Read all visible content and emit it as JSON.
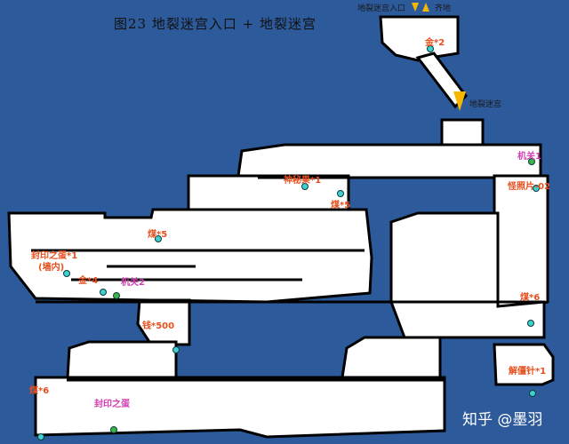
{
  "title": "图23 地裂迷宫入口 + 地裂迷宫",
  "notes": {
    "entrance": "地裂迷宫入口",
    "qidi": "齐地",
    "maze": "地裂迷宫"
  },
  "colors": {
    "water": "#2d5a9a",
    "floor": "#ffffff",
    "wall": "#000000",
    "item_dot": "#3fd0d0",
    "switch_dot": "#3ab54a",
    "item_text": "#e8501e",
    "switch_text": "#d23fb4",
    "arrow": "#f5b700"
  },
  "items": [
    {
      "label": "金*2",
      "type": "item"
    },
    {
      "label": "机关1",
      "type": "switch"
    },
    {
      "label": "神秘果*1",
      "type": "item"
    },
    {
      "label": "煤*5",
      "type": "item"
    },
    {
      "label": "怪照片-02",
      "type": "item"
    },
    {
      "label": "煤*5",
      "type": "item"
    },
    {
      "label": "封印之蛋*1",
      "type": "item"
    },
    {
      "label": "(墙内)",
      "type": "item"
    },
    {
      "label": "金*4",
      "type": "item"
    },
    {
      "label": "机关2",
      "type": "switch"
    },
    {
      "label": "煤*6",
      "type": "item"
    },
    {
      "label": "钱*500",
      "type": "item"
    },
    {
      "label": "解僵针*1",
      "type": "item"
    },
    {
      "label": "煤*6",
      "type": "item"
    },
    {
      "label": "封印之蛋",
      "type": "switch"
    }
  ],
  "watermark": "知乎 @墨羽"
}
